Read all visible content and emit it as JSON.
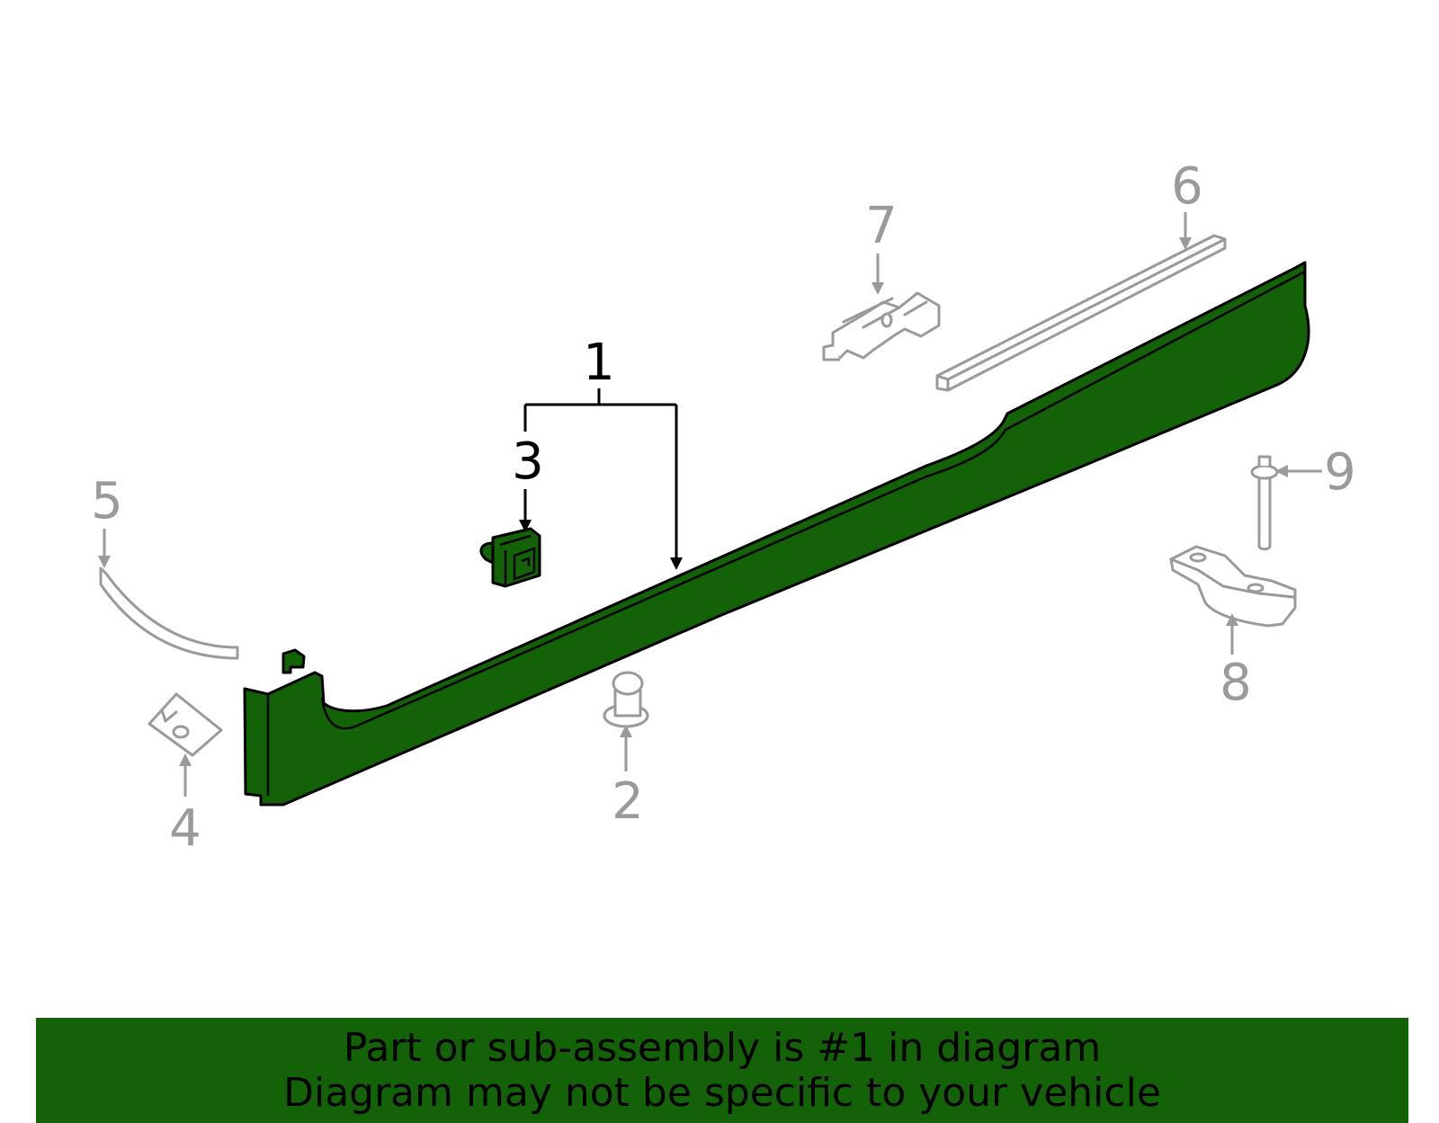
{
  "colors": {
    "highlight": "#136207",
    "muted": "#9a9a9a",
    "outline": "#000000",
    "banner_bg": "#136207"
  },
  "callouts": {
    "c1": "1",
    "c2": "2",
    "c3": "3",
    "c4": "4",
    "c5": "5",
    "c6": "6",
    "c7": "7",
    "c8": "8",
    "c9": "9"
  },
  "banner": {
    "line1": "Part or sub-assembly is #1 in diagram",
    "line2": "Diagram may not be specific to your vehicle"
  }
}
